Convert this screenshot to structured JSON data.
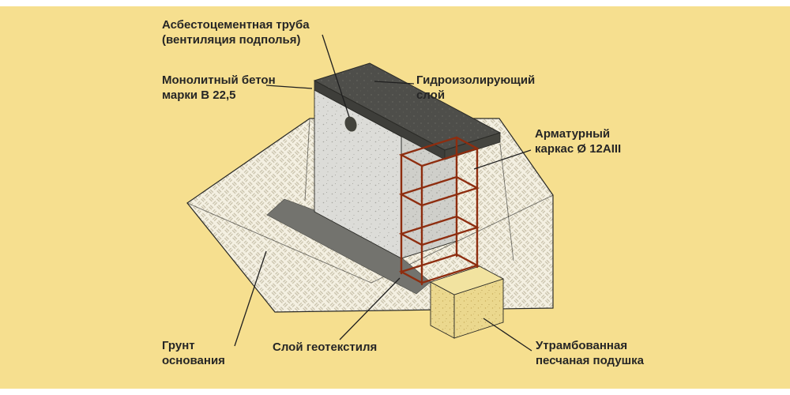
{
  "labels": {
    "pipe": "Асбестоцементная труба\n(вентиляция подполья)",
    "concrete": "Монолитный бетон\nмарки В 22,5",
    "waterproofing": "Гидроизолирующий\nслой",
    "rebar": "Арматурный\nкаркас Ø 12АIII",
    "ground": "Грунт\nоснования",
    "geotextile": "Слой геотекстиля",
    "sand": "Утрамбованная\nпесчаная подушка"
  },
  "colors": {
    "background": "#F6DF8F",
    "border": "#FFFFFF",
    "ground_fill": "#F4F0E2",
    "hatch": "#C6BFA8",
    "concrete_face": "#DCDCD8",
    "concrete_section": "#CFCFCA",
    "waterproofing": "#4E4E4A",
    "geotextile": "#73736E",
    "sand_top": "#F2E3A0",
    "sand_front": "#EBD88E",
    "rebar": "#8E2D0F",
    "outline": "#2A2A26",
    "label_text": "#262626",
    "leader": "#1F1F1F"
  }
}
